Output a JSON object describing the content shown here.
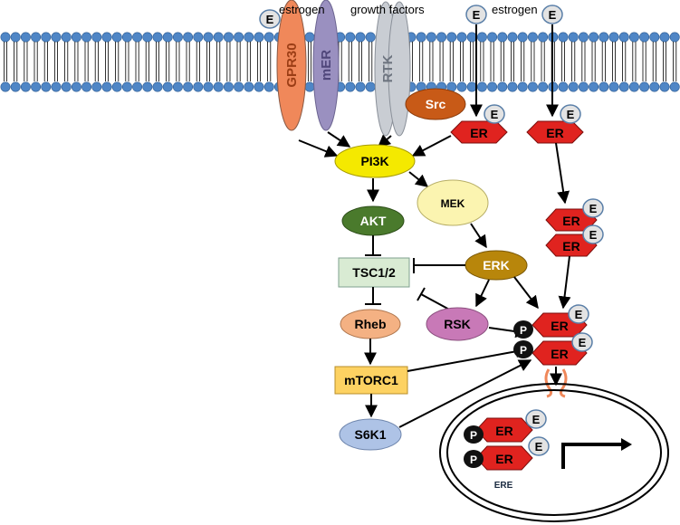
{
  "labels": {
    "estrogen_left": "estrogen",
    "growth_factors": "growth factors",
    "estrogen_right": "estrogen",
    "gpr30": "GPR30",
    "mer": "mER",
    "rtk": "RTK",
    "src": "Src",
    "pi3k": "PI3K",
    "mek": "MEK",
    "akt": "AKT",
    "tsc": "TSC1/2",
    "erk": "ERK",
    "rheb": "Rheb",
    "rsk": "RSK",
    "mtorc1": "mTORC1",
    "s6k1": "S6K1",
    "er": "ER",
    "e": "E",
    "p": "P",
    "ere": "ERE"
  },
  "colors": {
    "membrane_head": "#4f86c6",
    "gpr30": "#f0885a",
    "mer": "#9a90c0",
    "rtk": "#c9cdd3",
    "src": "#c85a17",
    "pi3k": "#f4e900",
    "mek": "#fbf4b0",
    "akt": "#4a7a2c",
    "tsc": "#d9ebd3",
    "erk": "#b8860b",
    "rheb": "#f4b183",
    "rsk": "#c879b7",
    "mtorc1": "#fdd262",
    "s6k1": "#aec3e6",
    "er": "#e0231f",
    "e_bubble": "#e3e3e3",
    "p_bubble": "#111111"
  }
}
